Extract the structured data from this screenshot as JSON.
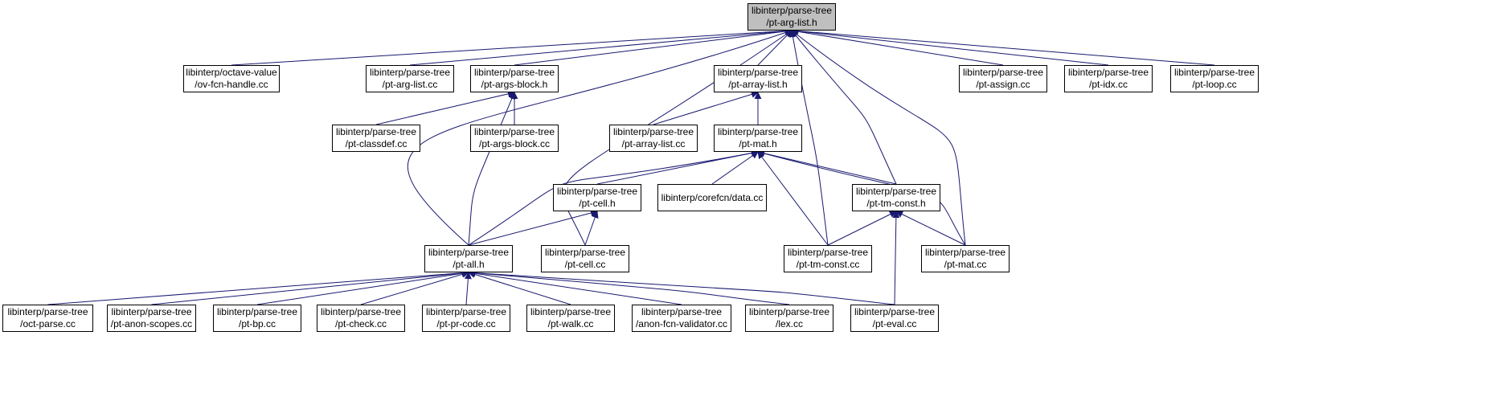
{
  "colors": {
    "edge": "#191970",
    "root_fill": "#bfbfbf",
    "node_fill": "#ffffff",
    "border": "#000000"
  },
  "nodes": {
    "root": [
      "libinterp/parse-tree",
      "/pt-arg-list.h"
    ],
    "ov_fcn_handle": [
      "libinterp/octave-value",
      "/ov-fcn-handle.cc"
    ],
    "pt_arg_list_cc": [
      "libinterp/parse-tree",
      "/pt-arg-list.cc"
    ],
    "pt_args_block_h": [
      "libinterp/parse-tree",
      "/pt-args-block.h"
    ],
    "pt_array_list_h": [
      "libinterp/parse-tree",
      "/pt-array-list.h"
    ],
    "pt_assign_cc": [
      "libinterp/parse-tree",
      "/pt-assign.cc"
    ],
    "pt_idx_cc": [
      "libinterp/parse-tree",
      "/pt-idx.cc"
    ],
    "pt_loop_cc": [
      "libinterp/parse-tree",
      "/pt-loop.cc"
    ],
    "pt_classdef_cc": [
      "libinterp/parse-tree",
      "/pt-classdef.cc"
    ],
    "pt_args_block_cc": [
      "libinterp/parse-tree",
      "/pt-args-block.cc"
    ],
    "pt_array_list_cc": [
      "libinterp/parse-tree",
      "/pt-array-list.cc"
    ],
    "pt_mat_h": [
      "libinterp/parse-tree",
      "/pt-mat.h"
    ],
    "pt_cell_h": [
      "libinterp/parse-tree",
      "/pt-cell.h"
    ],
    "data_cc": [
      "libinterp/corefcn/data.cc"
    ],
    "pt_tm_const_h": [
      "libinterp/parse-tree",
      "/pt-tm-const.h"
    ],
    "pt_all_h": [
      "libinterp/parse-tree",
      "/pt-all.h"
    ],
    "pt_cell_cc": [
      "libinterp/parse-tree",
      "/pt-cell.cc"
    ],
    "pt_tm_const_cc": [
      "libinterp/parse-tree",
      "/pt-tm-const.cc"
    ],
    "pt_mat_cc": [
      "libinterp/parse-tree",
      "/pt-mat.cc"
    ],
    "oct_parse_cc": [
      "libinterp/parse-tree",
      "/oct-parse.cc"
    ],
    "pt_anon_scopes_cc": [
      "libinterp/parse-tree",
      "/pt-anon-scopes.cc"
    ],
    "pt_bp_cc": [
      "libinterp/parse-tree",
      "/pt-bp.cc"
    ],
    "pt_check_cc": [
      "libinterp/parse-tree",
      "/pt-check.cc"
    ],
    "pt_pr_code_cc": [
      "libinterp/parse-tree",
      "/pt-pr-code.cc"
    ],
    "pt_walk_cc": [
      "libinterp/parse-tree",
      "/pt-walk.cc"
    ],
    "anon_fcn_validator_cc": [
      "libinterp/parse-tree",
      "/anon-fcn-validator.cc"
    ],
    "lex_cc": [
      "libinterp/parse-tree",
      "/lex.cc"
    ],
    "pt_eval_cc": [
      "libinterp/parse-tree",
      "/pt-eval.cc"
    ]
  },
  "edges": [
    [
      "ov_fcn_handle",
      "root"
    ],
    [
      "pt_arg_list_cc",
      "root"
    ],
    [
      "pt_args_block_h",
      "root"
    ],
    [
      "pt_array_list_h",
      "root"
    ],
    [
      "pt_assign_cc",
      "root"
    ],
    [
      "pt_idx_cc",
      "root"
    ],
    [
      "pt_loop_cc",
      "root"
    ],
    [
      "pt_all_h",
      "root"
    ],
    [
      "pt_cell_cc",
      "root"
    ],
    [
      "pt_tm_const_cc",
      "root"
    ],
    [
      "pt_tm_const_h",
      "root"
    ],
    [
      "pt_mat_cc",
      "root"
    ],
    [
      "pt_classdef_cc",
      "pt_args_block_h"
    ],
    [
      "pt_args_block_cc",
      "pt_args_block_h"
    ],
    [
      "pt_all_h",
      "pt_args_block_h"
    ],
    [
      "pt_array_list_cc",
      "pt_array_list_h"
    ],
    [
      "pt_mat_h",
      "pt_array_list_h"
    ],
    [
      "pt_cell_h",
      "pt_mat_h"
    ],
    [
      "data_cc",
      "pt_mat_h"
    ],
    [
      "pt_tm_const_h",
      "pt_mat_h"
    ],
    [
      "pt_all_h",
      "pt_mat_h"
    ],
    [
      "pt_tm_const_cc",
      "pt_mat_h"
    ],
    [
      "pt_mat_cc",
      "pt_mat_h"
    ],
    [
      "pt_all_h",
      "pt_cell_h"
    ],
    [
      "pt_cell_cc",
      "pt_cell_h"
    ],
    [
      "pt_tm_const_cc",
      "pt_tm_const_h"
    ],
    [
      "pt_mat_cc",
      "pt_tm_const_h"
    ],
    [
      "pt_eval_cc",
      "pt_tm_const_h"
    ],
    [
      "oct_parse_cc",
      "pt_all_h"
    ],
    [
      "pt_anon_scopes_cc",
      "pt_all_h"
    ],
    [
      "pt_bp_cc",
      "pt_all_h"
    ],
    [
      "pt_check_cc",
      "pt_all_h"
    ],
    [
      "pt_pr_code_cc",
      "pt_all_h"
    ],
    [
      "pt_walk_cc",
      "pt_all_h"
    ],
    [
      "anon_fcn_validator_cc",
      "pt_all_h"
    ],
    [
      "lex_cc",
      "pt_all_h"
    ],
    [
      "pt_eval_cc",
      "pt_all_h"
    ]
  ]
}
